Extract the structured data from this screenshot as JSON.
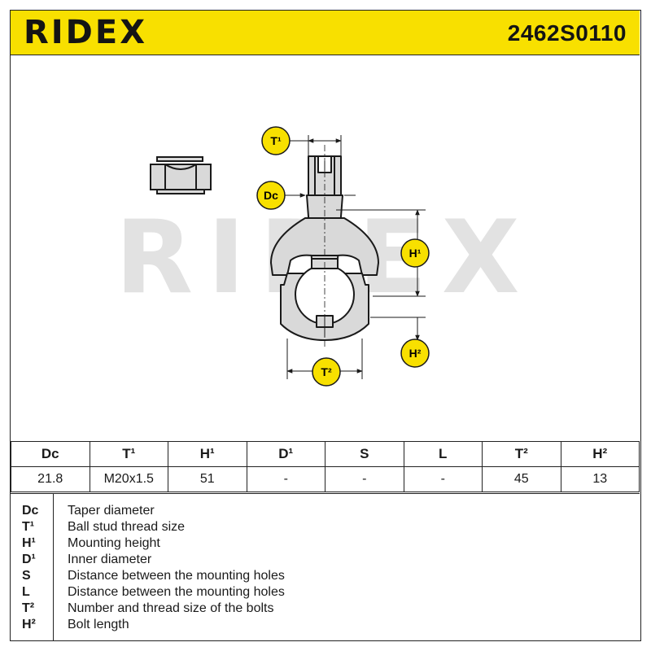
{
  "header": {
    "brand": "RIDEX",
    "part_number": "2462S0110"
  },
  "watermark": "RIDEX",
  "callouts": {
    "t1": "T¹",
    "dc": "Dc",
    "h1": "H¹",
    "h2": "H²",
    "t2": "T²"
  },
  "spec_table": {
    "headers": [
      "Dc",
      "T¹",
      "H¹",
      "D¹",
      "S",
      "L",
      "T²",
      "H²"
    ],
    "values": [
      "21.8",
      "M20x1.5",
      "51",
      "-",
      "-",
      "-",
      "45",
      "13"
    ]
  },
  "legend": [
    {
      "key": "Dc",
      "text": "Taper diameter"
    },
    {
      "key": "T¹",
      "text": "Ball stud thread size"
    },
    {
      "key": "H¹",
      "text": "Mounting height"
    },
    {
      "key": "D¹",
      "text": "Inner diameter"
    },
    {
      "key": "S",
      "text": "Distance between the mounting holes"
    },
    {
      "key": "L",
      "text": "Distance between the mounting holes"
    },
    {
      "key": "T²",
      "text": "Number and thread size of the bolts"
    },
    {
      "key": "H²",
      "text": "Bolt length"
    }
  ],
  "colors": {
    "brand_yellow": "#f8e000",
    "outline": "#1a1a1a",
    "part_fill": "#d9d9d9",
    "watermark": "#e2e2e2"
  }
}
